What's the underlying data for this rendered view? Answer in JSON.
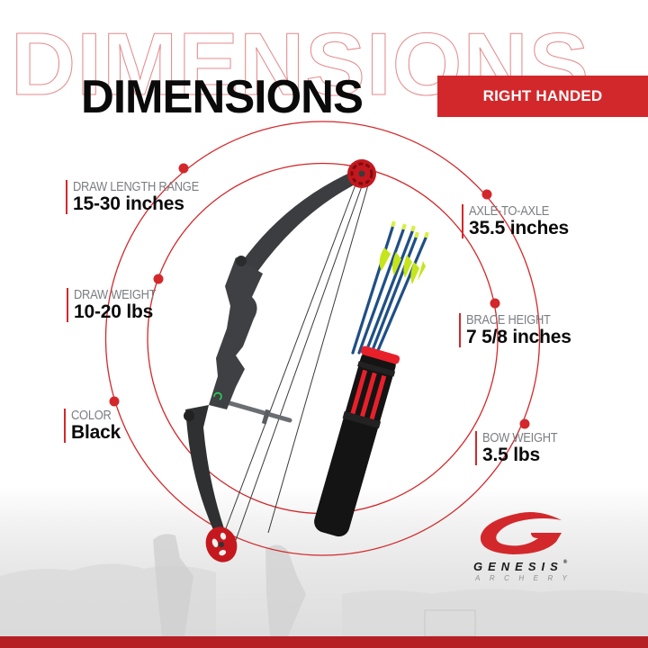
{
  "header": {
    "watermark": "DIMENSIONS",
    "title": "DIMENSIONS",
    "banner": "RIGHT HANDED"
  },
  "specs": {
    "left": [
      {
        "label": "DRAW LENGTH RANGE",
        "value": "15-30 inches"
      },
      {
        "label": "DRAW WEIGHT",
        "value": "10-20 lbs"
      },
      {
        "label": "COLOR",
        "value": "Black"
      }
    ],
    "right": [
      {
        "label": "AXLE-TO-AXLE",
        "value": "35.5 inches"
      },
      {
        "label": "BRACE HEIGHT",
        "value": "7 5/8 inches"
      },
      {
        "label": "BOW WEIGHT",
        "value": "3.5 lbs"
      }
    ]
  },
  "brand": {
    "name": "GENESIS",
    "registered": "®",
    "tagline": "ARCHERY"
  },
  "product": {
    "items": [
      "compound-bow",
      "arrows",
      "quiver"
    ],
    "arrow_count": 5
  },
  "colors": {
    "accent_red": "#d3282b",
    "footer_red": "#b52024",
    "label_gray": "#7b7e82",
    "value_black": "#0a0a0a",
    "arrow_shaft": "#1f4f86",
    "arrow_fletch": "#c6e51a"
  }
}
